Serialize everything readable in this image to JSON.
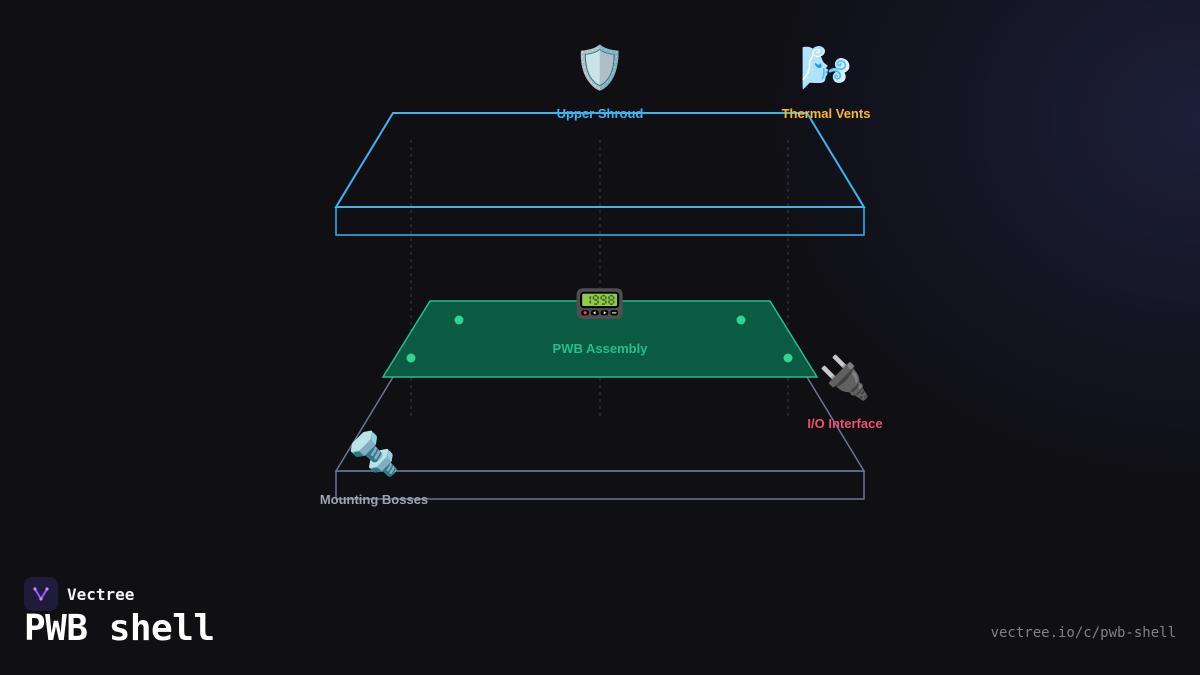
{
  "brand": {
    "name": "Vectree",
    "logo_icon": "vectree-logo-icon",
    "accent": "#9b59f5"
  },
  "title": "PWB shell",
  "footer": {
    "url": "vectree.io/c/pwb-shell"
  },
  "colors": {
    "upper_shroud": "#3db4f0",
    "pwb_fill": "#0b5a42",
    "pwb_stroke": "#22c08a",
    "base": "#6b7590",
    "guides": "#3a3f4c"
  },
  "components": {
    "upper_shroud": {
      "label": "Upper Shroud",
      "icon": "shield-icon",
      "glyph": "🛡️",
      "color": "#3db4f0"
    },
    "thermal_vents": {
      "label": "Thermal Vents",
      "icon": "wind-icon",
      "glyph": "🌬️",
      "color": "#f5b82e"
    },
    "pwb_assembly": {
      "label": "PWB Assembly",
      "icon": "pager-icon",
      "glyph": "📟",
      "color": "#22c08a"
    },
    "io_interface": {
      "label": "I/O Interface",
      "icon": "plug-icon",
      "glyph": "🔌",
      "color": "#f0506e"
    },
    "mounting_bosses": {
      "label": "Mounting Bosses",
      "icon": "nut-and-bolt-icon",
      "glyph": "🔩",
      "color": "#9aa3b8"
    }
  }
}
